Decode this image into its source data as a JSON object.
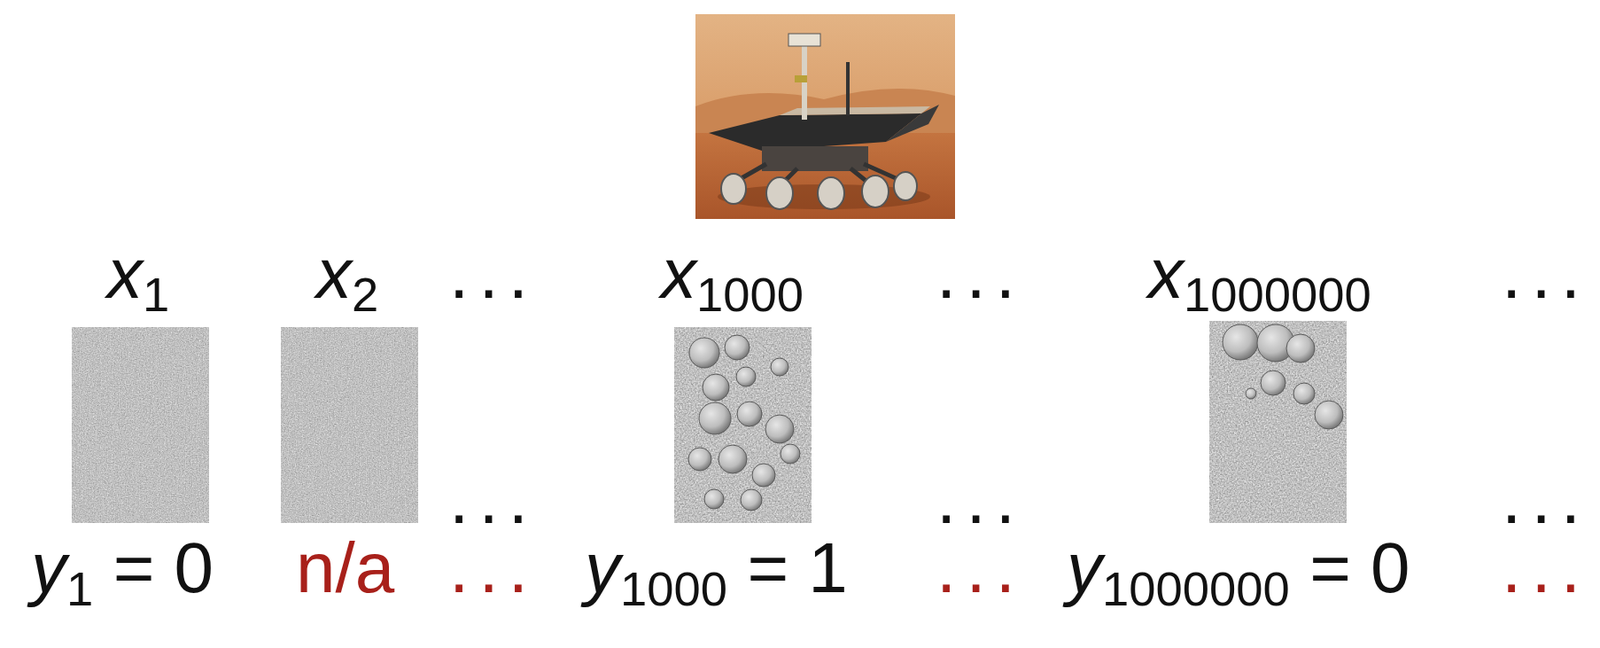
{
  "diagram": {
    "labels": [
      "x",
      "1",
      "x",
      "2",
      "...",
      "x",
      "1000",
      "...",
      "x",
      "1000000",
      "...",
      "...",
      "...",
      "...",
      "y",
      "1",
      "= 0",
      "n/a",
      "...",
      "y",
      "1000",
      "= 1",
      "...",
      "y",
      "1000000",
      "= 0",
      "..."
    ]
  }
}
